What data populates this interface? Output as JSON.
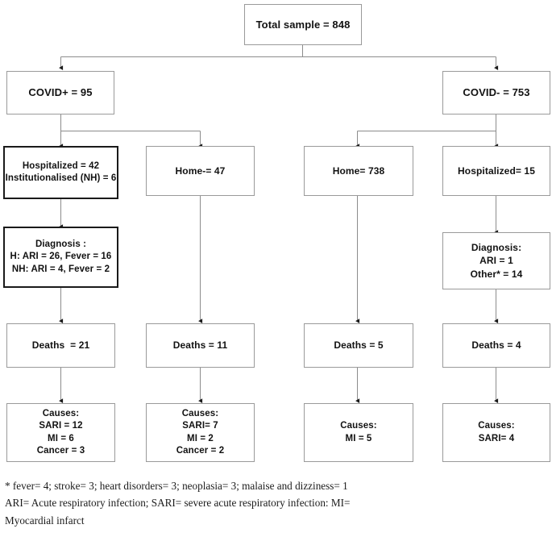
{
  "diagram": {
    "type": "flowchart",
    "title_box": {
      "label": "Total sample = 848"
    },
    "nodes": {
      "total_sample": {
        "label": "Total sample = 848"
      },
      "covid_pos": {
        "label": "COVID+ = 95"
      },
      "covid_neg": {
        "label": "COVID- = 753"
      },
      "pos_hospitalized": {
        "line1": "Hospitalized = 42",
        "line2": "Institutionalised (NH) = 6"
      },
      "pos_home": {
        "label": "Home-= 47"
      },
      "neg_home": {
        "label": "Home= 738"
      },
      "neg_hospitalized": {
        "label": "Hospitalized= 15"
      },
      "pos_diagnosis": {
        "line1": "Diagnosis :",
        "line2": "H: ARI = 26, Fever = 16",
        "line3": "NH: ARI = 4, Fever = 2"
      },
      "neg_diagnosis": {
        "line1": "Diagnosis:",
        "line2": "ARI = 1",
        "line3": "Other* = 14"
      },
      "deaths_pos_hosp": {
        "label": "Deaths  = 21"
      },
      "deaths_pos_home": {
        "label": "Deaths = 11"
      },
      "deaths_neg_home": {
        "label": "Deaths = 5"
      },
      "deaths_neg_hosp": {
        "label": "Deaths = 4"
      },
      "causes_pos_hosp": {
        "line1": "Causes:",
        "line2": "SARI = 12",
        "line3": "MI = 6",
        "line4": "Cancer = 3"
      },
      "causes_pos_home": {
        "line1": "Causes:",
        "line2": "SARI= 7",
        "line3": "MI = 2",
        "line4": "Cancer = 2"
      },
      "causes_neg_home": {
        "line1": "Causes:",
        "line2": "MI = 5"
      },
      "causes_neg_hosp": {
        "line1": "Causes:",
        "line2": "SARI= 4"
      }
    },
    "footnote": {
      "line1": "* fever= 4; stroke= 3; heart disorders= 3; neoplasia= 3; malaise and dizziness= 1",
      "line2": "ARI= Acute respiratory infection; SARI= severe acute respiratory infection: MI=",
      "line3": "Myocardial infarct"
    },
    "colors": {
      "box_border": "#9a9a9a",
      "box_border_emphasis": "#1a1a1a",
      "connector": "#8c8c8c",
      "text": "#121212",
      "background": "#ffffff"
    }
  }
}
